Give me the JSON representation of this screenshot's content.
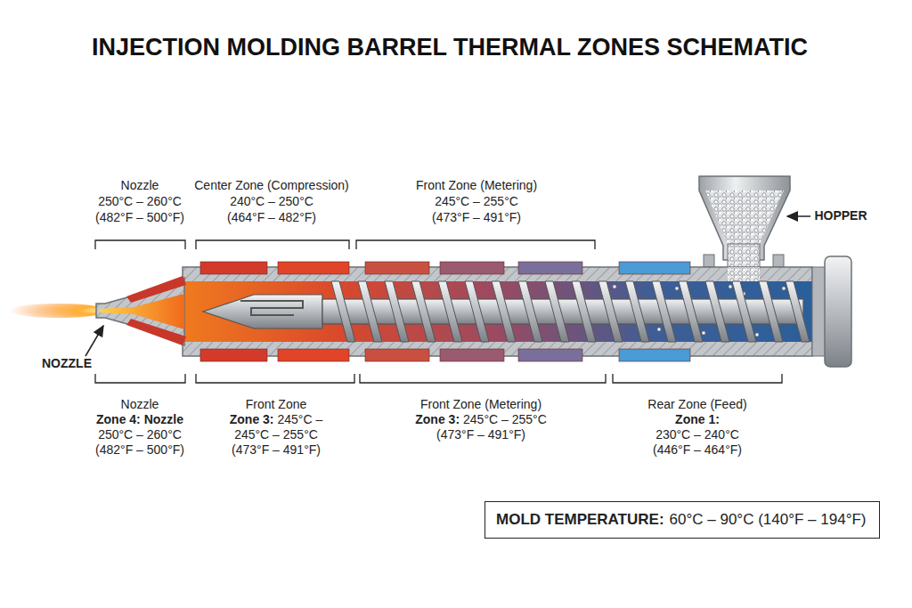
{
  "diagram": {
    "title": "INJECTION MOLDING BARREL THERMAL ZONES SCHEMATIC",
    "nodes": [
      {
        "text": [
          "MOLD TEMPERATURE:",
          "60°C – 90°C (140°F – 194°F)"
        ]
      }
    ],
    "labels": [
      "Nozzle",
      "250°C – 260°C",
      "(482°F – 500°F)",
      "Center Zone (Compression)",
      "240°C – 250°C",
      "(464°F – 482°F)",
      "Front Zone (Metering)",
      "245°C – 255°C",
      "(473°F – 491°F)",
      "HOPPER",
      "NOZZLE",
      "Nozzle",
      "Zone 4: Nozzle",
      "250°C – 260°C",
      "(482°F – 500°F)",
      "Front Zone",
      "Zone 3:",
      "245°C –",
      "245°C – 255°C",
      "(473°F – 491°F)",
      "Front Zone (Metering)",
      "Zone 3:",
      "245°C – 255°C",
      "(473°F – 491°F)",
      "Rear Zone (Feed)",
      "Zone 1:",
      "230°C – 240°C",
      "(446°F – 464°F)"
    ]
  }
}
